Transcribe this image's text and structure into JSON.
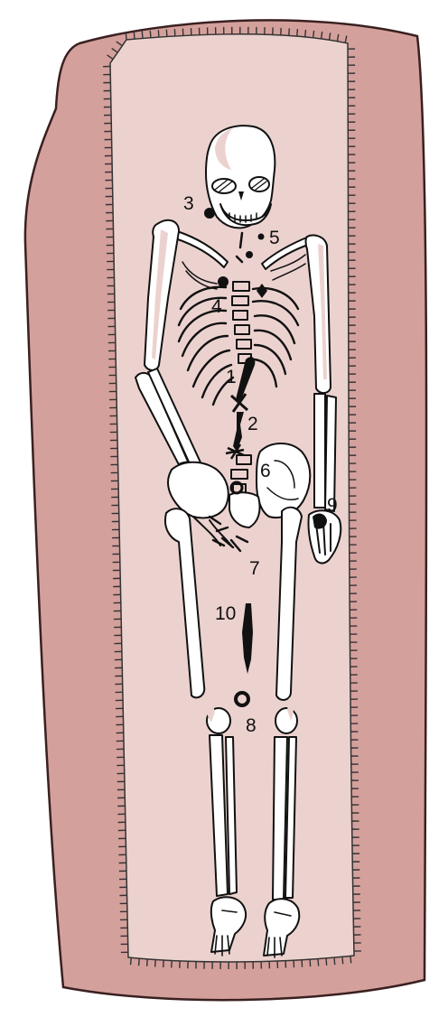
{
  "palette": {
    "pit_outer": "#d4a09c",
    "pit_outer_edge": "#3a2020",
    "pit_inner": "#ecd2cf",
    "bone": "#ffffff",
    "line": "#111111"
  },
  "find_labels": {
    "n1": "1",
    "n2": "2",
    "n3": "3",
    "n4": "4",
    "n5": "5",
    "n6": "6",
    "n7": "7",
    "n8": "8",
    "n9": "9",
    "n10": "10"
  }
}
